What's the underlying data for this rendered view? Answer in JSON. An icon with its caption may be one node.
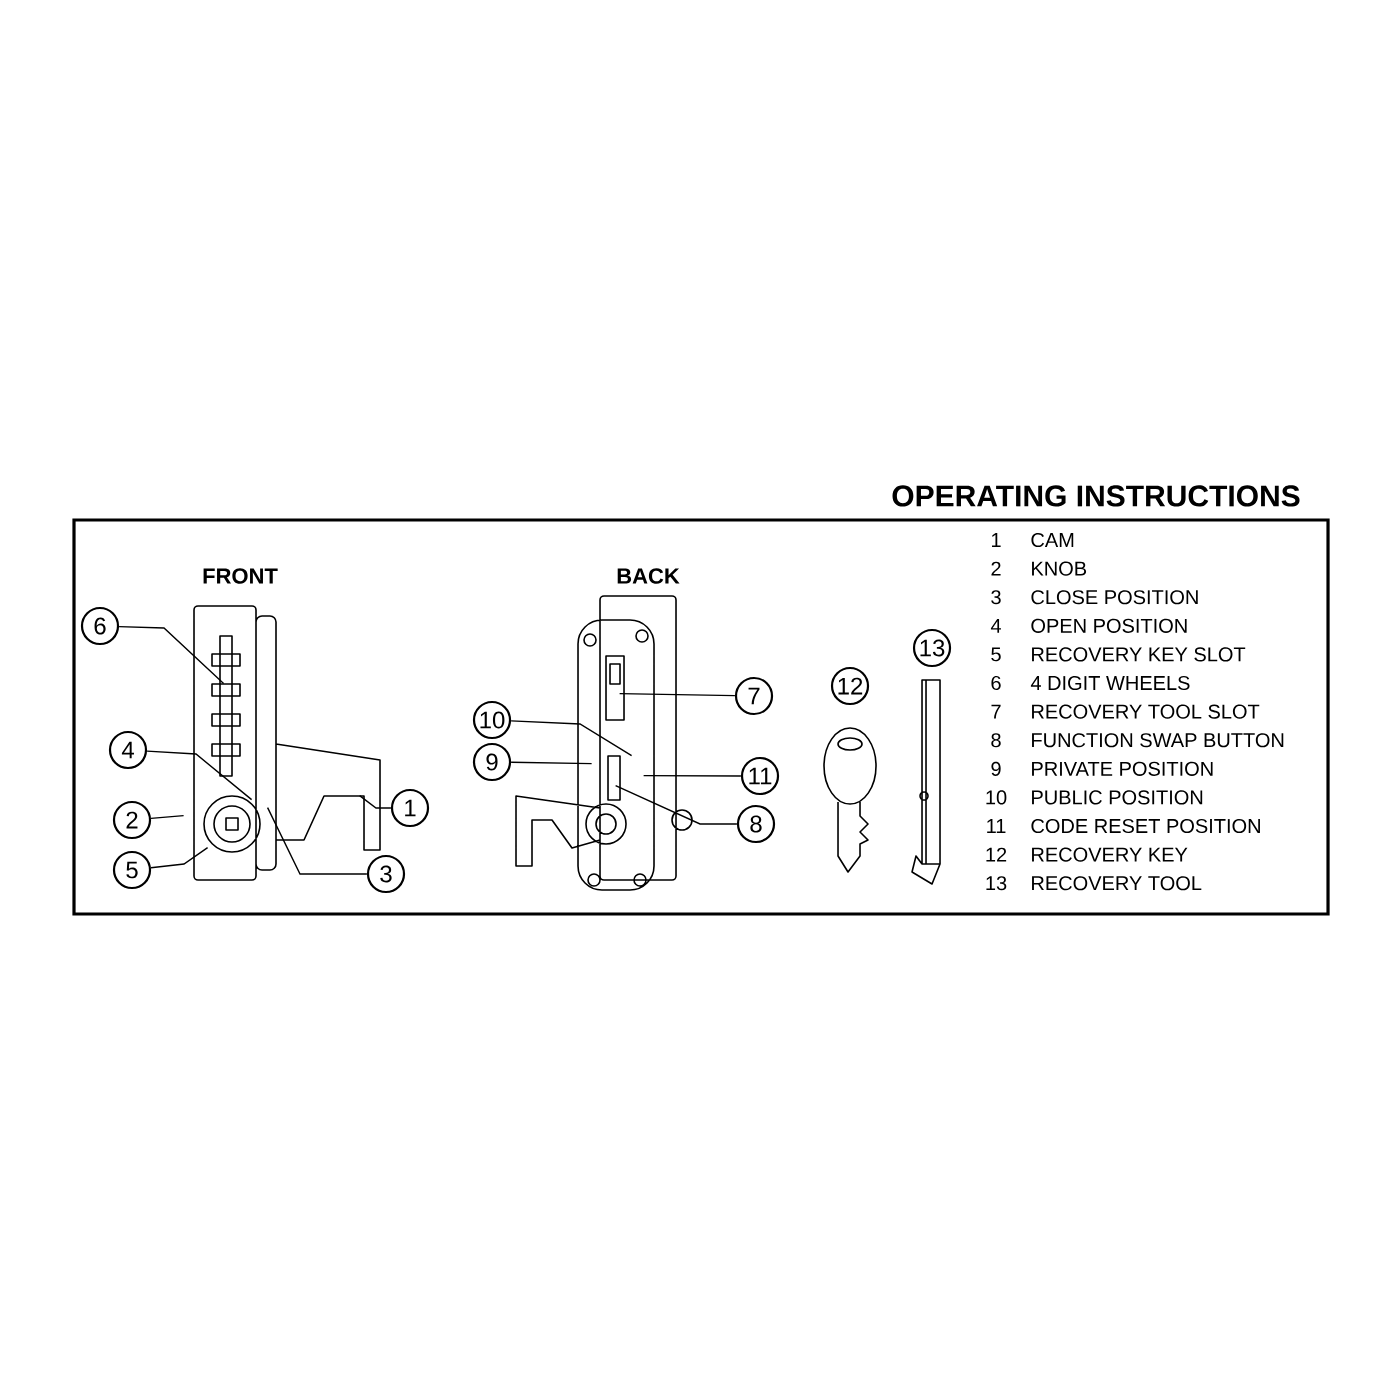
{
  "diagram": {
    "title": "OPERATING INSTRUCTIONS",
    "nodes": [
      {
        "text": [
          "1"
        ]
      },
      {
        "text": [
          "2"
        ]
      },
      {
        "text": [
          "3"
        ]
      },
      {
        "text": [
          "4"
        ]
      },
      {
        "text": [
          "5"
        ]
      },
      {
        "text": [
          "6"
        ]
      },
      {
        "text": [
          "7"
        ]
      },
      {
        "text": [
          "8"
        ]
      },
      {
        "text": [
          "9"
        ]
      },
      {
        "text": [
          "10"
        ]
      },
      {
        "text": [
          "11"
        ]
      },
      {
        "text": [
          "12"
        ]
      },
      {
        "text": [
          "13"
        ]
      },
      {
        "text": [],
        "shape": "picture",
        "beside": [
          "FRONT"
        ]
      },
      {
        "text": [],
        "shape": "picture",
        "beside": [
          "BACK"
        ]
      }
    ],
    "edges": [
      {
        "from": 0,
        "to": 13,
        "arrow": "none"
      },
      {
        "from": 1,
        "to": 13,
        "arrow": "none"
      },
      {
        "from": 2,
        "to": 13,
        "arrow": "none"
      },
      {
        "from": 3,
        "to": 13,
        "arrow": "none"
      },
      {
        "from": 4,
        "to": 13,
        "arrow": "none"
      },
      {
        "from": 5,
        "to": 13,
        "arrow": "none"
      },
      {
        "from": 6,
        "to": 14,
        "arrow": "none"
      },
      {
        "from": 7,
        "to": 14,
        "arrow": "none"
      },
      {
        "from": 8,
        "to": 14,
        "arrow": "none"
      },
      {
        "from": 9,
        "to": 14,
        "arrow": "none"
      },
      {
        "from": 10,
        "to": 14,
        "arrow": "none"
      }
    ],
    "labels": [
      "1",
      "CAM",
      "2",
      "KNOB",
      "3",
      "CLOSE POSITION",
      "4",
      "OPEN POSITION",
      "5",
      "RECOVERY KEY SLOT",
      "6",
      "4 DIGIT WHEELS",
      "7",
      "RECOVERY TOOL SLOT",
      "8",
      "FUNCTION SWAP BUTTON",
      "9",
      "PRIVATE POSITION",
      "10",
      "PUBLIC POSITION",
      "11",
      "CODE RESET POSITION",
      "12",
      "RECOVERY KEY",
      "13",
      "RECOVERY TOOL"
    ]
  }
}
